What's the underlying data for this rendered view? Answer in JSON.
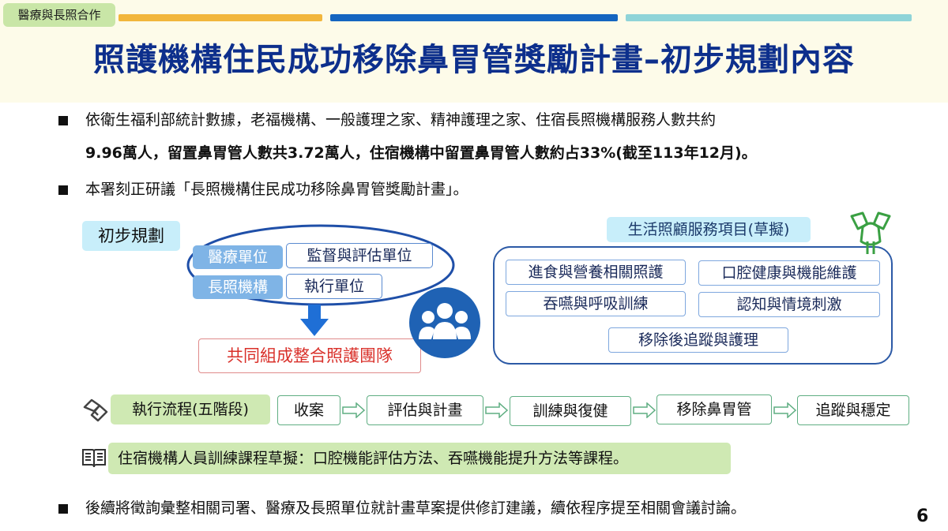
{
  "header": {
    "tag": "醫療與長照合作",
    "title": "照護機構住民成功移除鼻胃管獎勵計畫–初步規劃內容",
    "stripe_colors": [
      "#f2b63c",
      "#1565c0",
      "#8fd4d8"
    ]
  },
  "bullets": {
    "b1_line1": "依衛生福利部統計數據，老福機構、一般護理之家、精神護理之家、住宿長照機構服務人數共約",
    "b1_line2": "9.96萬人，留置鼻胃管人數共3.72萬人，住宿機構中留置鼻胃管人數約占33%(截至113年12月)。",
    "b2": "本署刻正研議「長照機構住民成功移除鼻胃管獎勵計畫」。",
    "b3": "後續將徵詢彙整相關司署、醫療及長照單位就計畫草案提供修訂建議，續依程序提至相關會議討論。"
  },
  "plan": {
    "label": "初步規劃",
    "row1_left": "醫療單位",
    "row1_right": "監督與評估單位",
    "row2_left": "長照機構",
    "row2_right": "執行單位",
    "team": "共同組成整合照護團隊"
  },
  "services": {
    "label": "生活照顧服務項目(草擬)",
    "items": [
      "進食與營養相關照護",
      "口腔健康與機能維護",
      "吞嚥與呼吸訓練",
      "認知與情境刺激",
      "移除後追蹤與護理"
    ]
  },
  "flow": {
    "label": "執行流程(五階段)",
    "steps": [
      "收案",
      "評估與計畫",
      "訓練與復健",
      "移除鼻胃管",
      "追蹤與穩定"
    ]
  },
  "course": {
    "text": "住宿機構人員訓練課程草擬：口腔機能評估方法、吞嚥機能提升方法等課程。"
  },
  "page": {
    "number": "6"
  },
  "icons": {
    "team": "people-group-icon",
    "hands": "stacked-hands-icon",
    "handshake": "handshake-icon",
    "book": "book-icon",
    "arrow": "down-arrow-icon"
  }
}
